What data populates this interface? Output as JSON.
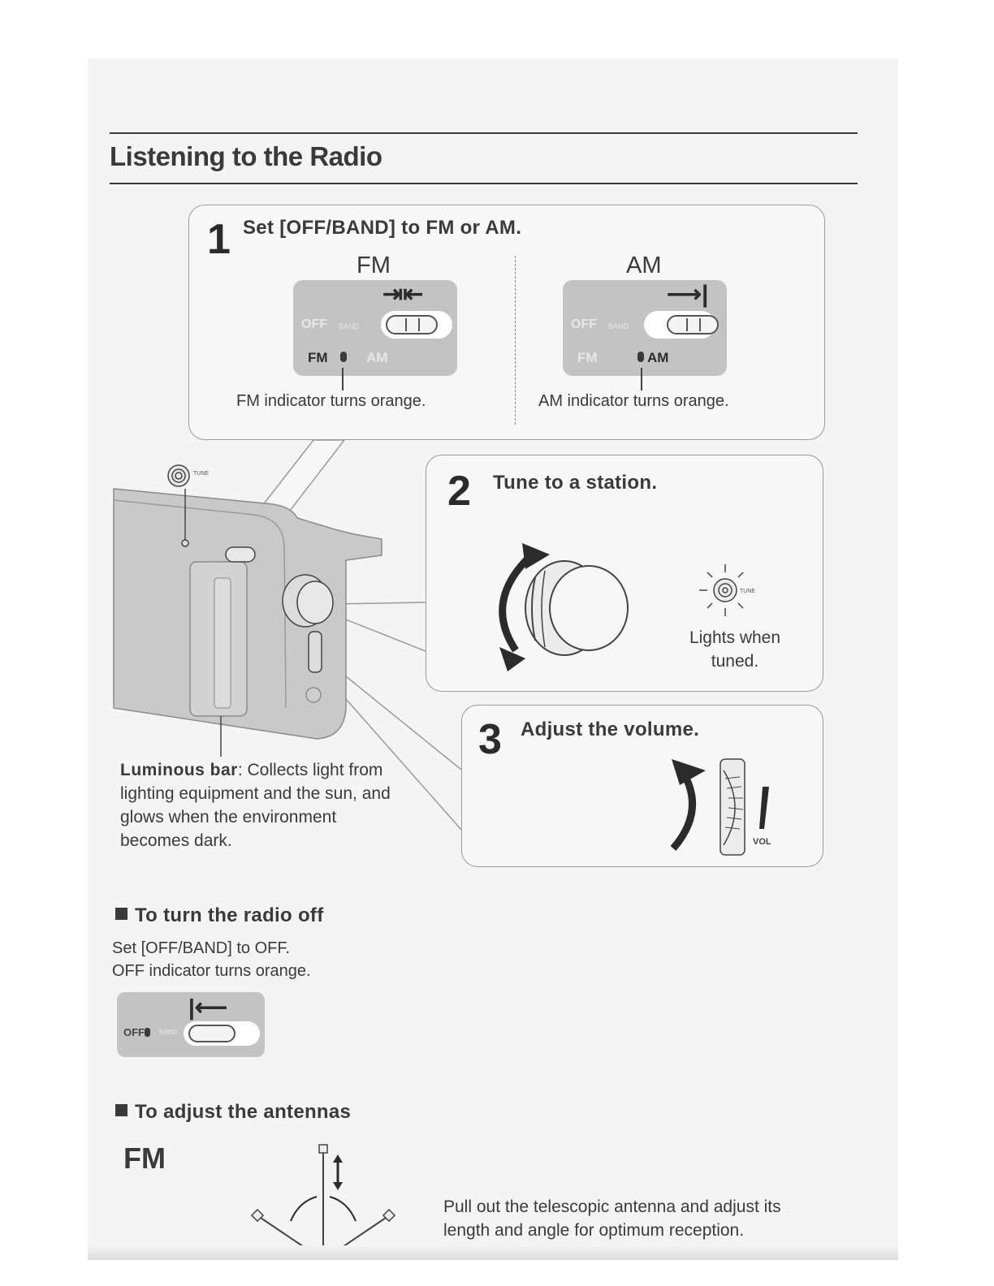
{
  "page_title": "Listening to the Radio",
  "step1": {
    "number": "1",
    "text": "Set [OFF/BAND] to FM or AM.",
    "fm": {
      "label": "FM",
      "box_off": "OFF",
      "box_band": "BAND",
      "fm_indicator": "FM",
      "am_indicator": "AM",
      "caption": "FM indicator turns orange."
    },
    "am": {
      "label": "AM",
      "box_off": "OFF",
      "box_band": "BAND",
      "fm_indicator": "FM",
      "am_indicator": "AM",
      "caption": "AM indicator turns orange."
    }
  },
  "step2": {
    "number": "2",
    "text": "Tune to a station.",
    "tune_small": "TUNE",
    "lights_line1": "Lights when",
    "lights_line2": "tuned."
  },
  "step3": {
    "number": "3",
    "text": "Adjust the volume.",
    "vol_label": "VOL"
  },
  "radio": {
    "tune_small": "TUNE"
  },
  "luminous": {
    "bold": "Luminous bar",
    "rest": ": Collects light from lighting equipment and the sun, and glows when the environment becomes dark."
  },
  "off_section": {
    "heading": "To turn the radio off",
    "line1": "Set [OFF/BAND] to OFF.",
    "line2": "OFF indicator turns orange.",
    "box_off": "OFF",
    "box_band": "BAND"
  },
  "antenna_section": {
    "heading": "To adjust the antennas",
    "fm_label": "FM",
    "text": "Pull out the telescopic antenna and adjust its length and angle for optimum reception."
  },
  "colors": {
    "paper": "#f4f4f4",
    "ink": "#2e2e2e",
    "control_box": "#c3c3c3"
  }
}
